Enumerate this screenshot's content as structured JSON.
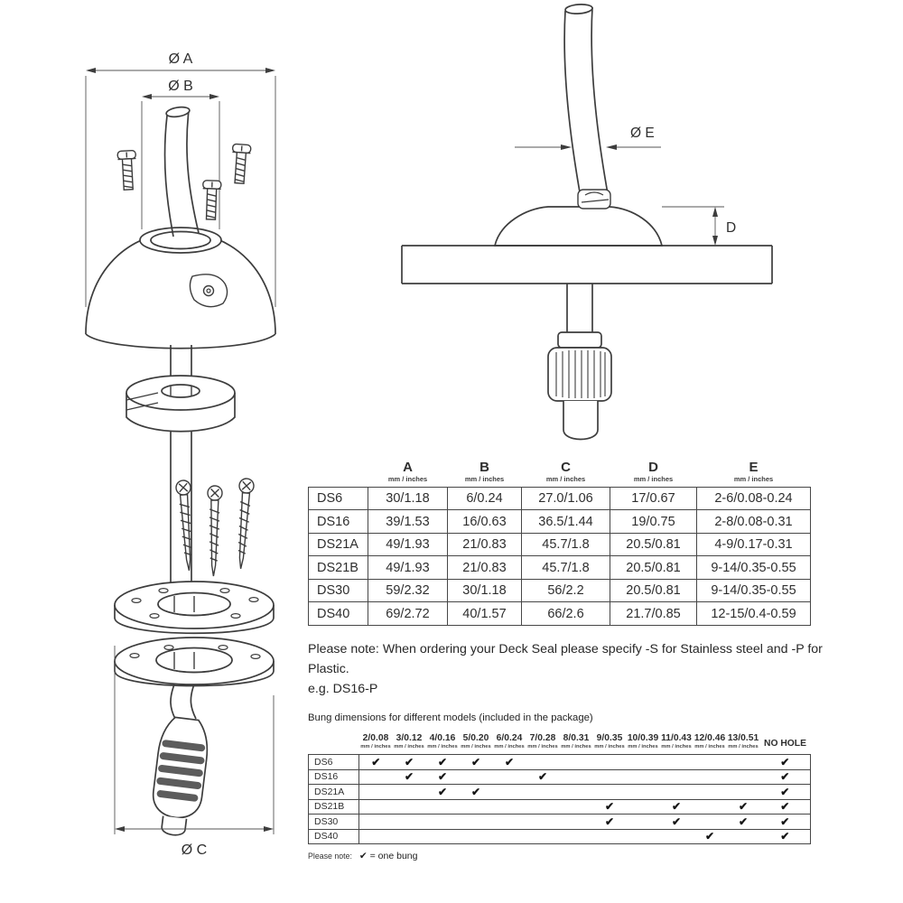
{
  "labels": {
    "dim_a": "Ø A",
    "dim_b": "Ø B",
    "dim_c": "Ø C",
    "dim_e": "Ø E",
    "dim_d": "D"
  },
  "main_table": {
    "unit_label": "mm / inches",
    "columns": [
      "A",
      "B",
      "C",
      "D",
      "E"
    ],
    "rows": [
      {
        "model": "DS6",
        "values": [
          "30/1.18",
          "6/0.24",
          "27.0/1.06",
          "17/0.67",
          "2-6/0.08-0.24"
        ]
      },
      {
        "model": "DS16",
        "values": [
          "39/1.53",
          "16/0.63",
          "36.5/1.44",
          "19/0.75",
          "2-8/0.08-0.31"
        ]
      },
      {
        "model": "DS21A",
        "values": [
          "49/1.93",
          "21/0.83",
          "45.7/1.8",
          "20.5/0.81",
          "4-9/0.17-0.31"
        ]
      },
      {
        "model": "DS21B",
        "values": [
          "49/1.93",
          "21/0.83",
          "45.7/1.8",
          "20.5/0.81",
          "9-14/0.35-0.55"
        ]
      },
      {
        "model": "DS30",
        "values": [
          "59/2.32",
          "30/1.18",
          "56/2.2",
          "20.5/0.81",
          "9-14/0.35-0.55"
        ]
      },
      {
        "model": "DS40",
        "values": [
          "69/2.72",
          "40/1.57",
          "66/2.6",
          "21.7/0.85",
          "12-15/0.4-0.59"
        ]
      }
    ]
  },
  "note_line1": "Please note: When ordering your Deck Seal please specify -S for Stainless steel and -P for Plastic.",
  "note_line2": "e.g. DS16-P",
  "bung_table": {
    "title": "Bung dimensions for different models (included in the package)",
    "unit_label": "mm / inches",
    "check": "✔",
    "columns": [
      "2/0.08",
      "3/0.12",
      "4/0.16",
      "5/0.20",
      "6/0.24",
      "7/0.28",
      "8/0.31",
      "9/0.35",
      "10/0.39",
      "11/0.43",
      "12/0.46",
      "13/0.51",
      "NO HOLE"
    ],
    "rows": [
      {
        "model": "DS6",
        "checks": [
          1,
          1,
          1,
          1,
          1,
          0,
          0,
          0,
          0,
          0,
          0,
          0,
          1
        ]
      },
      {
        "model": "DS16",
        "checks": [
          0,
          1,
          1,
          0,
          0,
          1,
          0,
          0,
          0,
          0,
          0,
          0,
          1
        ]
      },
      {
        "model": "DS21A",
        "checks": [
          0,
          0,
          1,
          1,
          0,
          0,
          0,
          0,
          0,
          0,
          0,
          0,
          1
        ]
      },
      {
        "model": "DS21B",
        "checks": [
          0,
          0,
          0,
          0,
          0,
          0,
          0,
          1,
          0,
          1,
          0,
          1,
          1
        ]
      },
      {
        "model": "DS30",
        "checks": [
          0,
          0,
          0,
          0,
          0,
          0,
          0,
          1,
          0,
          1,
          0,
          1,
          1
        ]
      },
      {
        "model": "DS40",
        "checks": [
          0,
          0,
          0,
          0,
          0,
          0,
          0,
          0,
          0,
          0,
          1,
          0,
          1
        ]
      }
    ],
    "footer_label": "Please note:",
    "footer_text": "✔ = one bung"
  }
}
